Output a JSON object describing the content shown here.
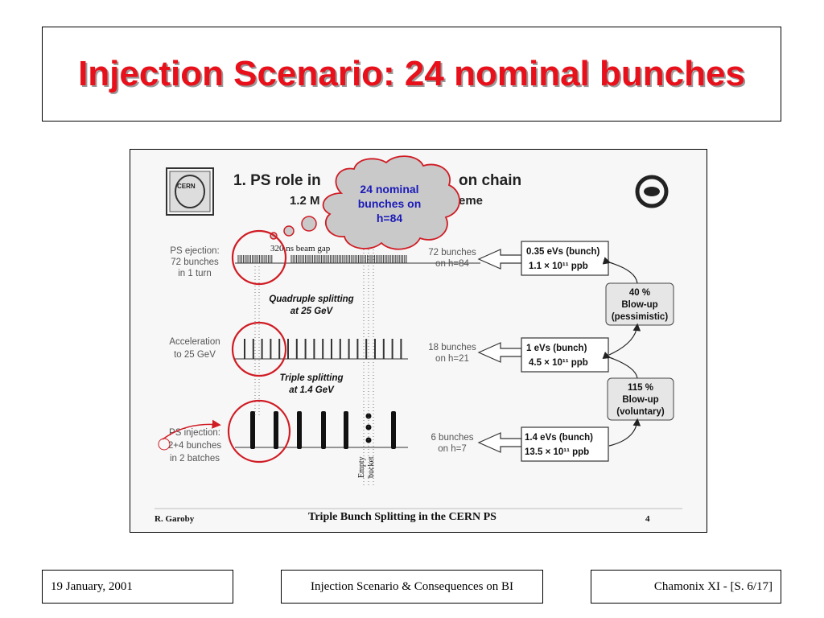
{
  "title": "Injection Scenario: 24 nominal bunches",
  "slide_image": {
    "header_line1": "1. PS role in",
    "header_line1_end": "on chain",
    "header_line2": "1.2 M",
    "header_line2_end": "eme",
    "callout_cloud": [
      "24 nominal",
      "bunches on",
      "h=84"
    ],
    "beam_gap_label": "320 ns beam gap",
    "rows": [
      {
        "left_label": [
          "PS ejection:",
          "72 bunches",
          "in 1 turn"
        ],
        "right_label": [
          "72 bunches",
          "on h=84"
        ],
        "box": [
          "0.35 eVs (bunch)",
          "1.1 × 10¹¹ ppb"
        ]
      },
      {
        "left_label": [
          "Acceleration",
          "to 25 GeV"
        ],
        "right_label": [
          "18 bunches",
          "on h=21"
        ],
        "box": [
          "1 eVs (bunch)",
          "4.5 × 10¹¹ ppb"
        ]
      },
      {
        "left_label": [
          "PS injection:",
          "2+4 bunches",
          "in 2 batches"
        ],
        "right_label": [
          "6 bunches",
          "on h=7"
        ],
        "box": [
          "1.4 eVs (bunch)",
          "13.5 × 10¹¹ ppb"
        ]
      }
    ],
    "splitting_labels": [
      [
        "Quadruple splitting",
        "at 25 GeV"
      ],
      [
        "Triple splitting",
        "at 1.4 GeV"
      ]
    ],
    "blowup_boxes": [
      [
        "40 %",
        "Blow-up",
        "(pessimistic)"
      ],
      [
        "115 %",
        "Blow-up",
        "(voluntary)"
      ]
    ],
    "empty_bucket_label": [
      "Empty",
      "bucket"
    ],
    "logo_text": "CERN",
    "footer_author": "R. Garoby",
    "footer_title": "Triple Bunch Splitting in the CERN PS",
    "footer_page": "4"
  },
  "footer": {
    "date": "19 January, 2001",
    "center": "Injection Scenario & Consequences on BI",
    "right": "Chamonix XI - [S. 6/17]"
  }
}
